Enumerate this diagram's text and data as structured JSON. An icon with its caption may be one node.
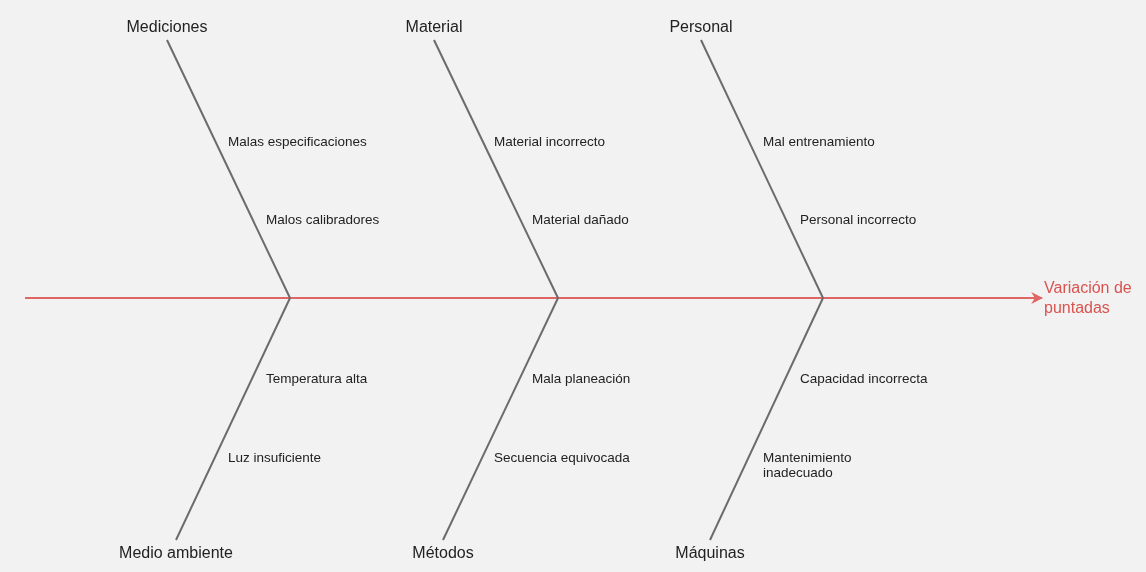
{
  "diagram": {
    "nodes": [
      {
        "text": [
          "Mediciones"
        ]
      },
      {
        "text": [
          "Material"
        ]
      },
      {
        "text": [
          "Personal"
        ]
      },
      {
        "text": [
          "Variación de puntadas"
        ]
      },
      {
        "text": [
          "Medio ambiente"
        ]
      },
      {
        "text": [
          "Métodos"
        ]
      },
      {
        "text": [
          "Máquinas"
        ]
      }
    ],
    "edges": [
      {
        "from": null,
        "to": 3,
        "arrow": "to",
        "color": "#e06666"
      },
      {
        "from": 0,
        "to": null,
        "arrow": "none"
      },
      {
        "from": 1,
        "to": null,
        "arrow": "none"
      },
      {
        "from": 2,
        "to": null,
        "arrow": "none"
      },
      {
        "from": 4,
        "to": null,
        "arrow": "none"
      },
      {
        "from": 5,
        "to": null,
        "arrow": "none"
      },
      {
        "from": 6,
        "to": null,
        "arrow": "none"
      }
    ],
    "labels": [
      "Malas especificaciones",
      "Material incorrecto",
      "Mal entrenamiento",
      "Malos calibradores",
      "Material dañado",
      "Personal incorrecto",
      "Temperatura alta",
      "Mala planeación",
      "Capacidad incorrecta",
      "Luz insuficiente",
      "Secuencia equivocada",
      "Mantenimiento inadecuado"
    ]
  }
}
